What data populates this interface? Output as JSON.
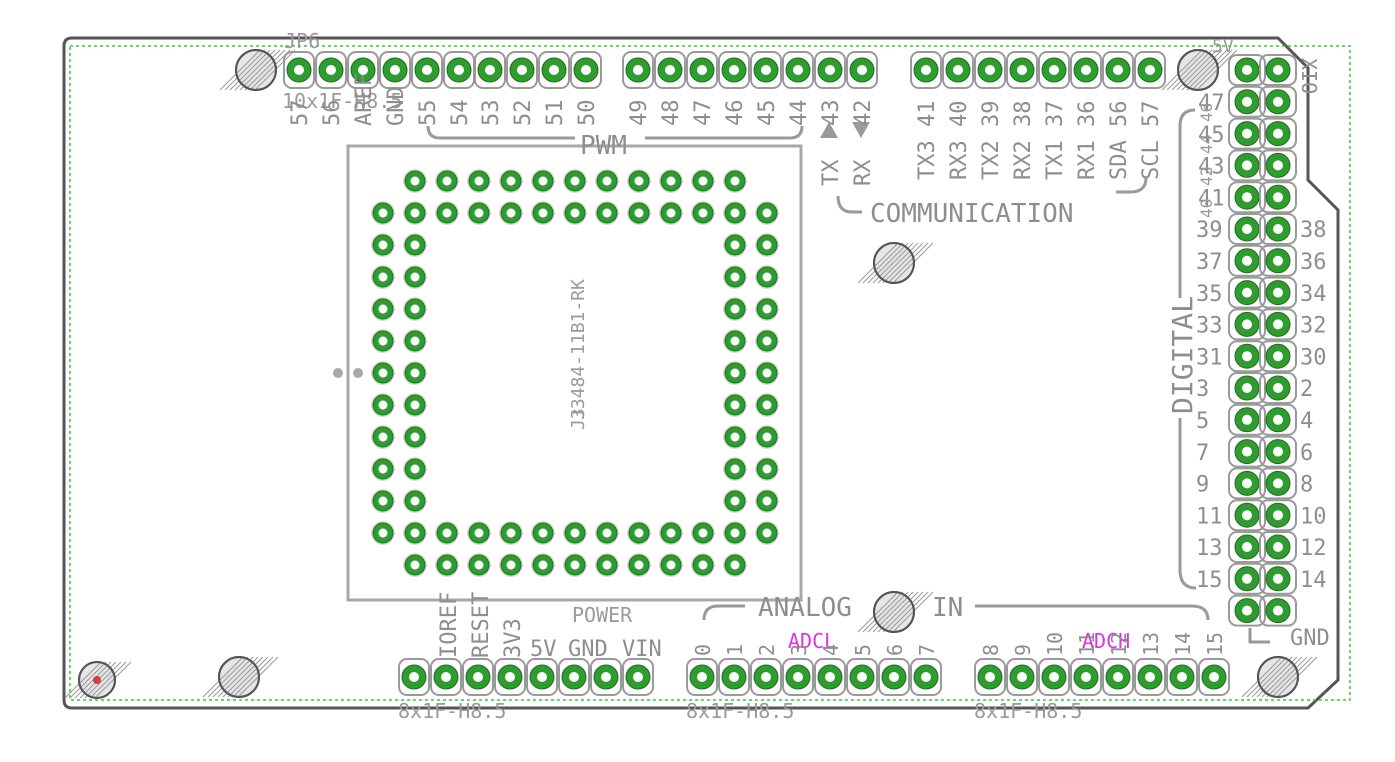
{
  "board": {
    "top_header_ref": "JP6",
    "power_5v_label": "5V",
    "xio_label": "XIO",
    "ic_part": "J3484-11B1-RK",
    "ic_ref": "J3"
  },
  "header_values": {
    "top_left": "10x1F-H8.5",
    "power": "8x1F-H8.5",
    "adcl": "8x1F-H8.5",
    "adch": "8x1F-H8.5"
  },
  "top_pins_left": [
    "57",
    "56",
    "AREF",
    "GND",
    "55",
    "54",
    "53",
    "52",
    "51",
    "50"
  ],
  "top_pins_mid": [
    "49",
    "48",
    "47",
    "46",
    "45",
    "44",
    "43",
    "42"
  ],
  "top_pins_mid_under": [
    "TX",
    "RX"
  ],
  "top_pins_right": [
    "TX3 41",
    "RX3 40",
    "TX2 39",
    "RX2 38",
    "TX1 37",
    "RX1 36",
    "SDA 56",
    "SCL 57"
  ],
  "section_labels": {
    "pwm": "PWM",
    "communication": "COMMUNICATION",
    "digital": "DIGITAL",
    "analog_in_left": "ANALOG",
    "analog_in_right": "IN",
    "power": "POWER",
    "gnd": "GND"
  },
  "bottom_power_pins": [
    "IOREF",
    "RESET",
    "3V3",
    "5V",
    "GND",
    "VIN"
  ],
  "bottom_adcl_pins": [
    "0",
    "1",
    "2",
    "3",
    "4",
    "5",
    "6",
    "7"
  ],
  "bottom_adch_pins": [
    "8",
    "9",
    "10",
    "11",
    "12",
    "13",
    "14",
    "15"
  ],
  "adcl_label": "ADCL",
  "adch_label": "ADCH",
  "right_left_labels": [
    "47",
    "45",
    "43",
    "41",
    "39",
    "37",
    "35",
    "33",
    "31",
    "3",
    "5",
    "7",
    "9",
    "11",
    "13",
    "15"
  ],
  "right_right_labels": [
    "",
    "",
    "",
    "",
    "38",
    "36",
    "34",
    "32",
    "30",
    "2",
    "4",
    "6",
    "8",
    "10",
    "12",
    "14"
  ],
  "right_top_partial": [
    "46",
    "44",
    "42",
    "40"
  ]
}
